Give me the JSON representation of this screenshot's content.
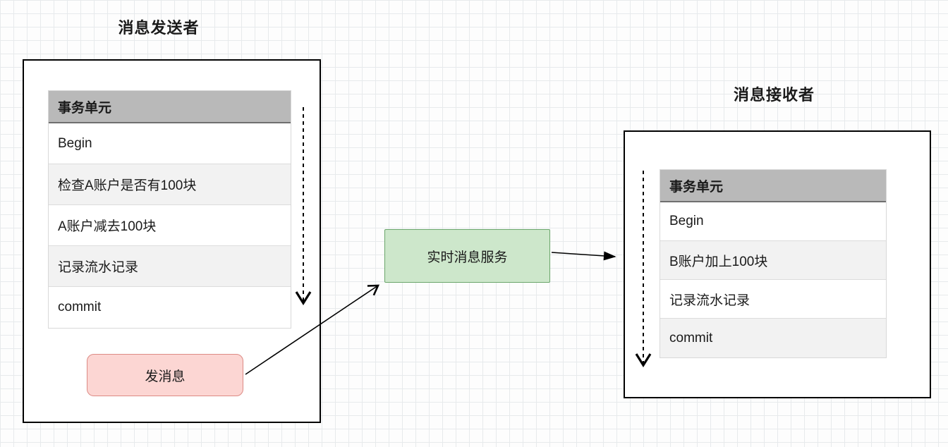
{
  "colors": {
    "grid_line": "#e7eaec",
    "table_header_bg": "#b9b9b9",
    "row_alt_bg": "#f2f2f2",
    "green_bg": "#cde7cb",
    "green_border": "#6aa56a",
    "pink_bg": "#fcd6d3",
    "pink_border": "#dc8a84"
  },
  "sender": {
    "title": "消息发送者",
    "table": {
      "header": "事务单元",
      "rows": [
        "Begin",
        "检查A账户是否有100块",
        "A账户减去100块",
        "记录流水记录",
        "commit"
      ]
    },
    "send_label": "发消息"
  },
  "service": {
    "label": "实时消息服务"
  },
  "receiver": {
    "title": "消息接收者",
    "table": {
      "header": "事务单元",
      "rows": [
        "Begin",
        "B账户加上100块",
        "记录流水记录",
        "commit"
      ]
    }
  }
}
